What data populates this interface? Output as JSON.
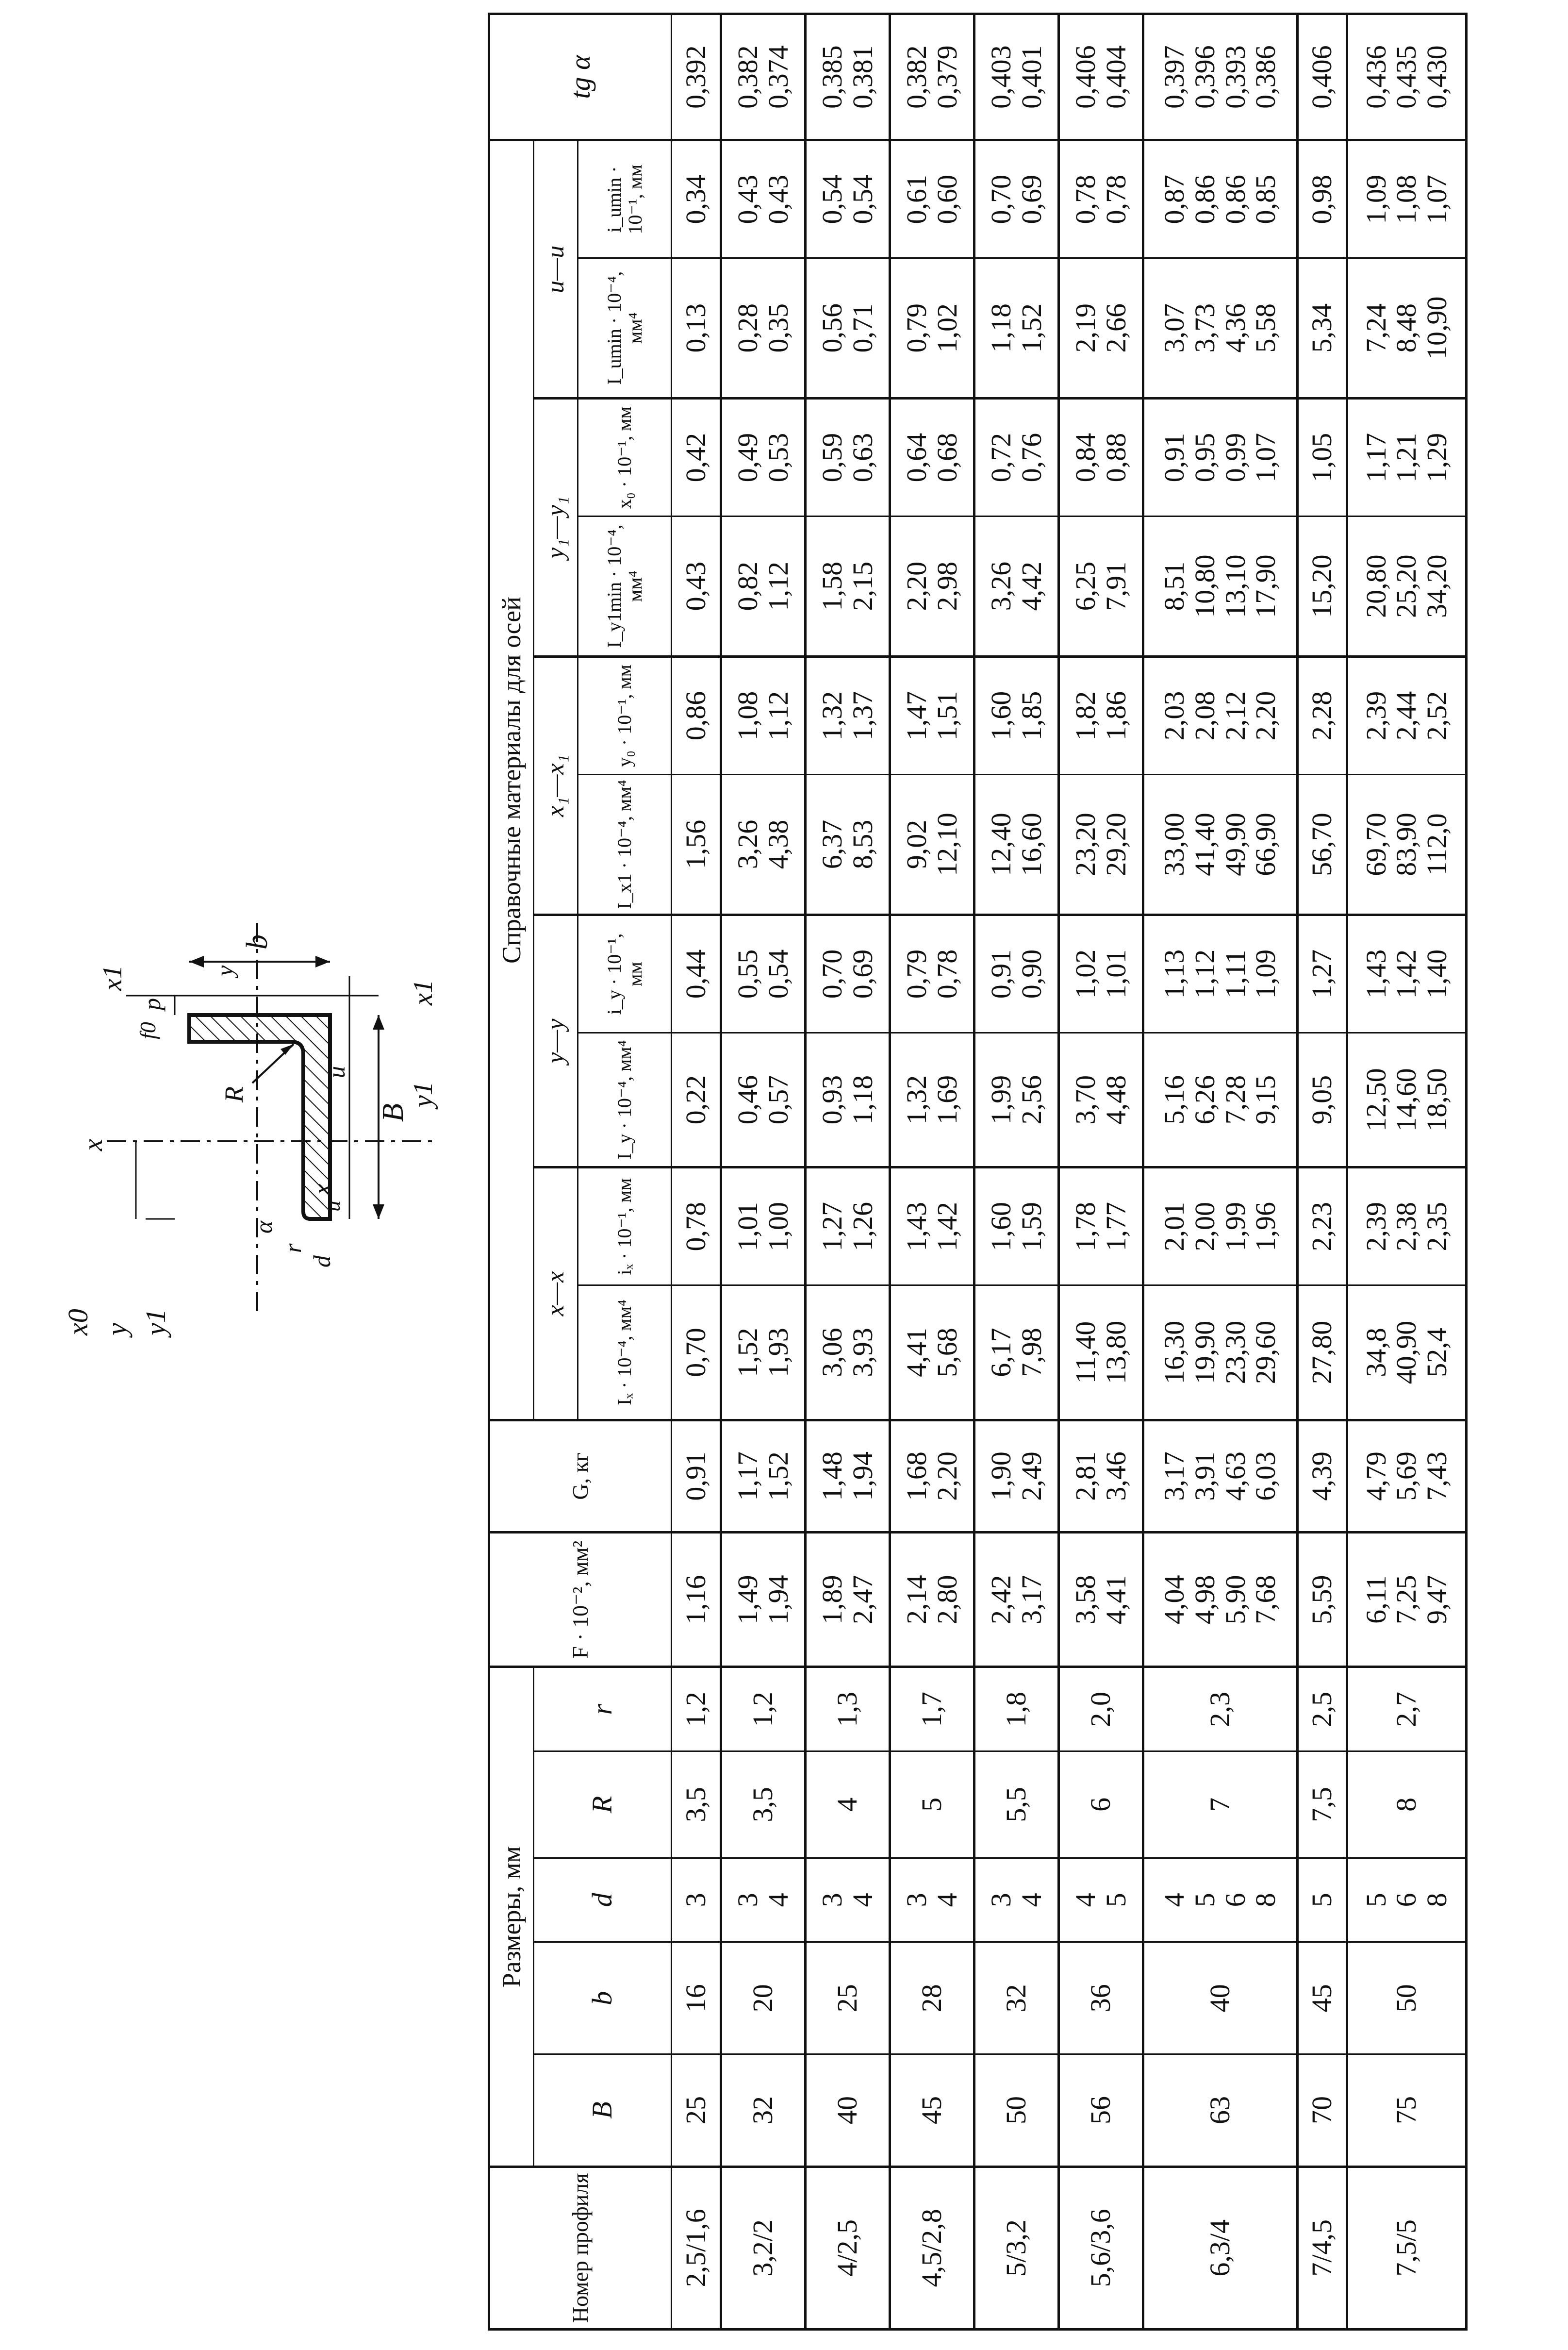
{
  "diagram": {
    "labels": [
      "x0",
      "y",
      "y1",
      "r",
      "d",
      "α",
      "R",
      "u",
      "x",
      "B",
      "x1",
      "y1",
      "b",
      "y",
      "u",
      "p",
      "f0",
      "x1",
      "x"
    ]
  },
  "table": {
    "group_headers": {
      "dims": "Размеры, мм",
      "ref": "Справочные материалы для осей"
    },
    "profile_header": "Номер профиля",
    "dims_cols": [
      "B",
      "b",
      "d",
      "R",
      "r"
    ],
    "F_header": "F · 10⁻², мм²",
    "G_header": "G, кг",
    "axis_groups": [
      "x—x",
      "y—y",
      "x₁—x₁",
      "y₁—y₁",
      "u—u"
    ],
    "ref_cols": [
      "Iₓ · 10⁻⁴, мм⁴",
      "iₓ · 10⁻¹, мм",
      "I_y · 10⁻⁴, мм⁴",
      "i_y · 10⁻¹, мм",
      "I_x1 · 10⁻⁴, мм⁴",
      "y₀ · 10⁻¹, мм",
      "I_y1min · 10⁻⁴, мм⁴",
      "x₀ · 10⁻¹, мм",
      "I_umin · 10⁻⁴, мм⁴",
      "i_umin · 10⁻¹, мм"
    ],
    "tg_header": "tg α",
    "rows": [
      {
        "profile": "2,5/1,6",
        "B": "25",
        "b": "16",
        "R": "3,5",
        "r": "1,2",
        "d": "3",
        "F": "1,16",
        "G": "0,91",
        "Ix": "0,70",
        "ix": "0,78",
        "Iy": "0,22",
        "iy": "0,44",
        "Ix1": "1,56",
        "y0": "0,86",
        "Iy1": "0,43",
        "x0": "0,42",
        "Iu": "0,13",
        "iu": "0,34",
        "tg": "0,392"
      },
      {
        "profile": "3,2/2",
        "B": "32",
        "b": "20",
        "R": "3,5",
        "r": "1,2",
        "d": "3\n4",
        "F": "1,49\n1,94",
        "G": "1,17\n1,52",
        "Ix": "1,52\n1,93",
        "ix": "1,01\n1,00",
        "Iy": "0,46\n0,57",
        "iy": "0,55\n0,54",
        "Ix1": "3,26\n4,38",
        "y0": "1,08\n1,12",
        "Iy1": "0,82\n1,12",
        "x0": "0,49\n0,53",
        "Iu": "0,28\n0,35",
        "iu": "0,43\n0,43",
        "tg": "0,382\n0,374"
      },
      {
        "profile": "4/2,5",
        "B": "40",
        "b": "25",
        "R": "4",
        "r": "1,3",
        "d": "3\n4",
        "F": "1,89\n2,47",
        "G": "1,48\n1,94",
        "Ix": "3,06\n3,93",
        "ix": "1,27\n1,26",
        "Iy": "0,93\n1,18",
        "iy": "0,70\n0,69",
        "Ix1": "6,37\n8,53",
        "y0": "1,32\n1,37",
        "Iy1": "1,58\n2,15",
        "x0": "0,59\n0,63",
        "Iu": "0,56\n0,71",
        "iu": "0,54\n0,54",
        "tg": "0,385\n0,381"
      },
      {
        "profile": "4,5/2,8",
        "B": "45",
        "b": "28",
        "R": "5",
        "r": "1,7",
        "d": "3\n4",
        "F": "2,14\n2,80",
        "G": "1,68\n2,20",
        "Ix": "4,41\n5,68",
        "ix": "1,43\n1,42",
        "Iy": "1,32\n1,69",
        "iy": "0,79\n0,78",
        "Ix1": "9,02\n12,10",
        "y0": "1,47\n1,51",
        "Iy1": "2,20\n2,98",
        "x0": "0,64\n0,68",
        "Iu": "0,79\n1,02",
        "iu": "0,61\n0,60",
        "tg": "0,382\n0,379"
      },
      {
        "profile": "5/3,2",
        "B": "50",
        "b": "32",
        "R": "5,5",
        "r": "1,8",
        "d": "3\n4",
        "F": "2,42\n3,17",
        "G": "1,90\n2,49",
        "Ix": "6,17\n7,98",
        "ix": "1,60\n1,59",
        "Iy": "1,99\n2,56",
        "iy": "0,91\n0,90",
        "Ix1": "12,40\n16,60",
        "y0": "1,60\n1,85",
        "Iy1": "3,26\n4,42",
        "x0": "0,72\n0,76",
        "Iu": "1,18\n1,52",
        "iu": "0,70\n0,69",
        "tg": "0,403\n0,401"
      },
      {
        "profile": "5,6/3,6",
        "B": "56",
        "b": "36",
        "R": "6",
        "r": "2,0",
        "d": "4\n5",
        "F": "3,58\n4,41",
        "G": "2,81\n3,46",
        "Ix": "11,40\n13,80",
        "ix": "1,78\n1,77",
        "Iy": "3,70\n4,48",
        "iy": "1,02\n1,01",
        "Ix1": "23,20\n29,20",
        "y0": "1,82\n1,86",
        "Iy1": "6,25\n7,91",
        "x0": "0,84\n0,88",
        "Iu": "2,19\n2,66",
        "iu": "0,78\n0,78",
        "tg": "0,406\n0,404"
      },
      {
        "profile": "6,3/4",
        "B": "63",
        "b": "40",
        "R": "7",
        "r": "2,3",
        "d": "4\n5\n6\n8",
        "F": "4,04\n4,98\n5,90\n7,68",
        "G": "3,17\n3,91\n4,63\n6,03",
        "Ix": "16,30\n19,90\n23,30\n29,60",
        "ix": "2,01\n2,00\n1,99\n1,96",
        "Iy": "5,16\n6,26\n7,28\n9,15",
        "iy": "1,13\n1,12\n1,11\n1,09",
        "Ix1": "33,00\n41,40\n49,90\n66,90",
        "y0": "2,03\n2,08\n2,12\n2,20",
        "Iy1": "8,51\n10,80\n13,10\n17,90",
        "x0": "0,91\n0,95\n0,99\n1,07",
        "Iu": "3,07\n3,73\n4,36\n5,58",
        "iu": "0,87\n0,86\n0,86\n0,85",
        "tg": "0,397\n0,396\n0,393\n0,386"
      },
      {
        "profile": "7/4,5",
        "B": "70",
        "b": "45",
        "R": "7,5",
        "r": "2,5",
        "d": "5",
        "F": "5,59",
        "G": "4,39",
        "Ix": "27,80",
        "ix": "2,23",
        "Iy": "9,05",
        "iy": "1,27",
        "Ix1": "56,70",
        "y0": "2,28",
        "Iy1": "15,20",
        "x0": "1,05",
        "Iu": "5,34",
        "iu": "0,98",
        "tg": "0,406"
      },
      {
        "profile": "7,5/5",
        "B": "75",
        "b": "50",
        "R": "8",
        "r": "2,7",
        "d": "5\n6\n8",
        "F": "6,11\n7,25\n9,47",
        "G": "4,79\n5,69\n7,43",
        "Ix": "34,8\n40,90\n52,4",
        "ix": "2,39\n2,38\n2,35",
        "Iy": "12,50\n14,60\n18,50",
        "iy": "1,43\n1,42\n1,40",
        "Ix1": "69,70\n83,90\n112,0",
        "y0": "2,39\n2,44\n2,52",
        "Iy1": "20,80\n25,20\n34,20",
        "x0": "1,17\n1,21\n1,29",
        "Iu": "7,24\n8,48\n10,90",
        "iu": "1,09\n1,08\n1,07",
        "tg": "0,436\n0,435\n0,430"
      }
    ]
  }
}
